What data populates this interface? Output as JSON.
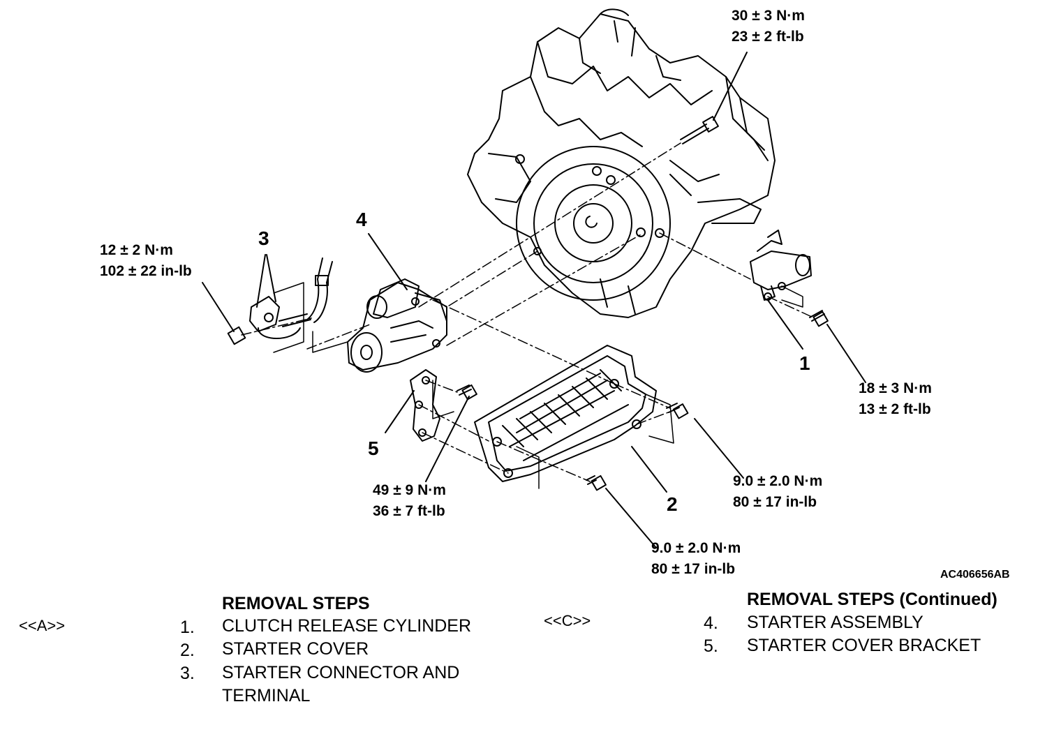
{
  "torque_specs": {
    "t1": {
      "metric": "30 ± 3 N·m",
      "imperial": "23 ± 2 ft-lb"
    },
    "t2": {
      "metric": "12 ± 2 N·m",
      "imperial": "102 ± 22 in-lb"
    },
    "t3": {
      "metric": "18 ± 3 N·m",
      "imperial": "13 ± 2 ft-lb"
    },
    "t4": {
      "metric": "9.0 ± 2.0 N·m",
      "imperial": "80 ± 17 in-lb"
    },
    "t5": {
      "metric": "49 ± 9 N·m",
      "imperial": "36 ± 7 ft-lb"
    },
    "t6": {
      "metric": "9.0 ± 2.0 N·m",
      "imperial": "80 ± 17 in-lb"
    }
  },
  "callouts": {
    "c1": "1",
    "c2": "2",
    "c3": "3",
    "c4": "4",
    "c5": "5"
  },
  "figure_id": "AC406656AB",
  "removal_left": {
    "title": "REMOVAL STEPS",
    "note": "<<A>>",
    "steps": [
      {
        "num": "1.",
        "text": "CLUTCH RELEASE CYLINDER"
      },
      {
        "num": "2.",
        "text": "STARTER COVER"
      },
      {
        "num": "3.",
        "text": "STARTER CONNECTOR AND"
      },
      {
        "num": "",
        "text": "TERMINAL"
      }
    ]
  },
  "removal_right": {
    "title": "REMOVAL STEPS (Continued)",
    "note": "<<C>>",
    "steps": [
      {
        "num": "4.",
        "text": "STARTER ASSEMBLY"
      },
      {
        "num": "5.",
        "text": "STARTER COVER BRACKET"
      }
    ]
  }
}
